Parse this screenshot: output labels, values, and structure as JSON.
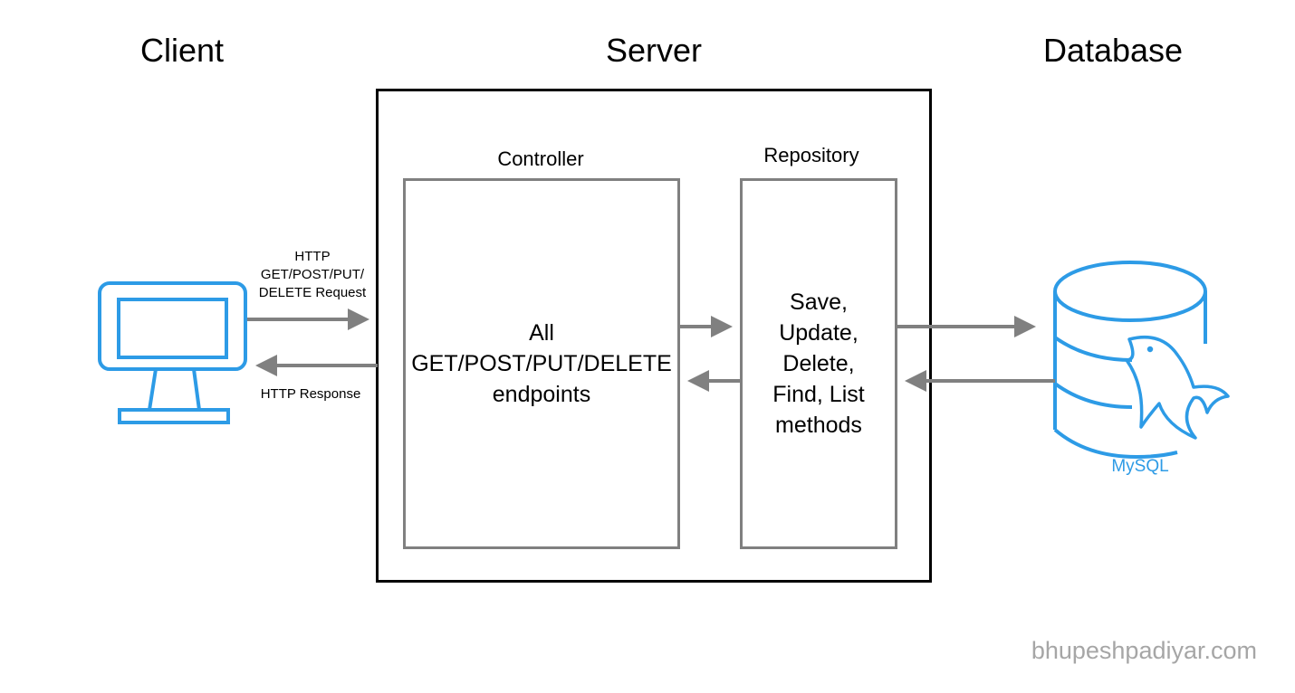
{
  "titles": {
    "client": "Client",
    "server": "Server",
    "database": "Database"
  },
  "controller": {
    "label": "Controller",
    "body": [
      "All",
      "GET/POST/PUT/DELETE",
      "endpoints"
    ]
  },
  "repository": {
    "label": "Repository",
    "body": [
      "Save,",
      "Update,",
      "Delete,",
      "Find, List",
      "methods"
    ]
  },
  "request_label": [
    "HTTP",
    "GET/POST/PUT/",
    "DELETE Request"
  ],
  "response_label": "HTTP Response",
  "database_icon_label": "MySQL",
  "watermark": "bhupeshpadiyar.com",
  "icons": [
    "desktop-monitor-icon",
    "database-cylinder-icon",
    "mysql-dolphin-icon"
  ],
  "colors": {
    "arrow": "#808080",
    "icon_blue": "#2d9be6",
    "server_border": "#000000",
    "inner_border": "#808080",
    "watermark": "#a6a6a6"
  }
}
